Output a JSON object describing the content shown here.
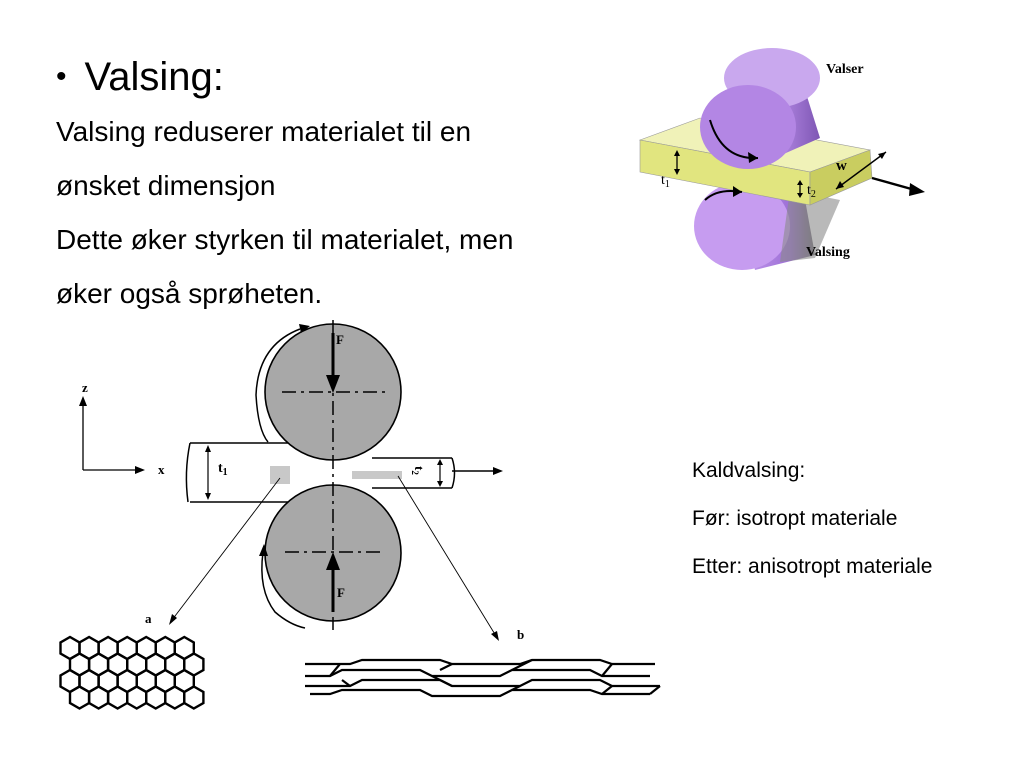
{
  "slide": {
    "bullet": "•",
    "title": "Valsing:",
    "body_lines": [
      "Valsing reduserer materialet til en",
      "ønsket dimensjon",
      "Dette øker styrken til materialet, men",
      "øker også sprøheten."
    ],
    "notes": [
      "Kaldvalsing:",
      "Før:  isotropt materiale",
      "Etter: anisotropt materiale"
    ]
  },
  "figure_top": {
    "label_rollers": "Valser",
    "label_process": "Valsing",
    "label_w": "w",
    "label_t1": "t",
    "label_t1_sub": "1",
    "label_t2": "t",
    "label_t2_sub": "2",
    "colors": {
      "roller": "#a47ad6",
      "plate": "#e6ea9a"
    }
  },
  "figure_bottom": {
    "label_force_top": "F",
    "label_force_bottom": "F",
    "label_z": "z",
    "label_x": "x",
    "label_t1": "t",
    "label_t1_sub": "1",
    "label_t2": "t",
    "label_t2_sub": "2",
    "label_a": "a",
    "label_b": "b",
    "colors": {
      "roll": "#a8a8a8"
    }
  }
}
